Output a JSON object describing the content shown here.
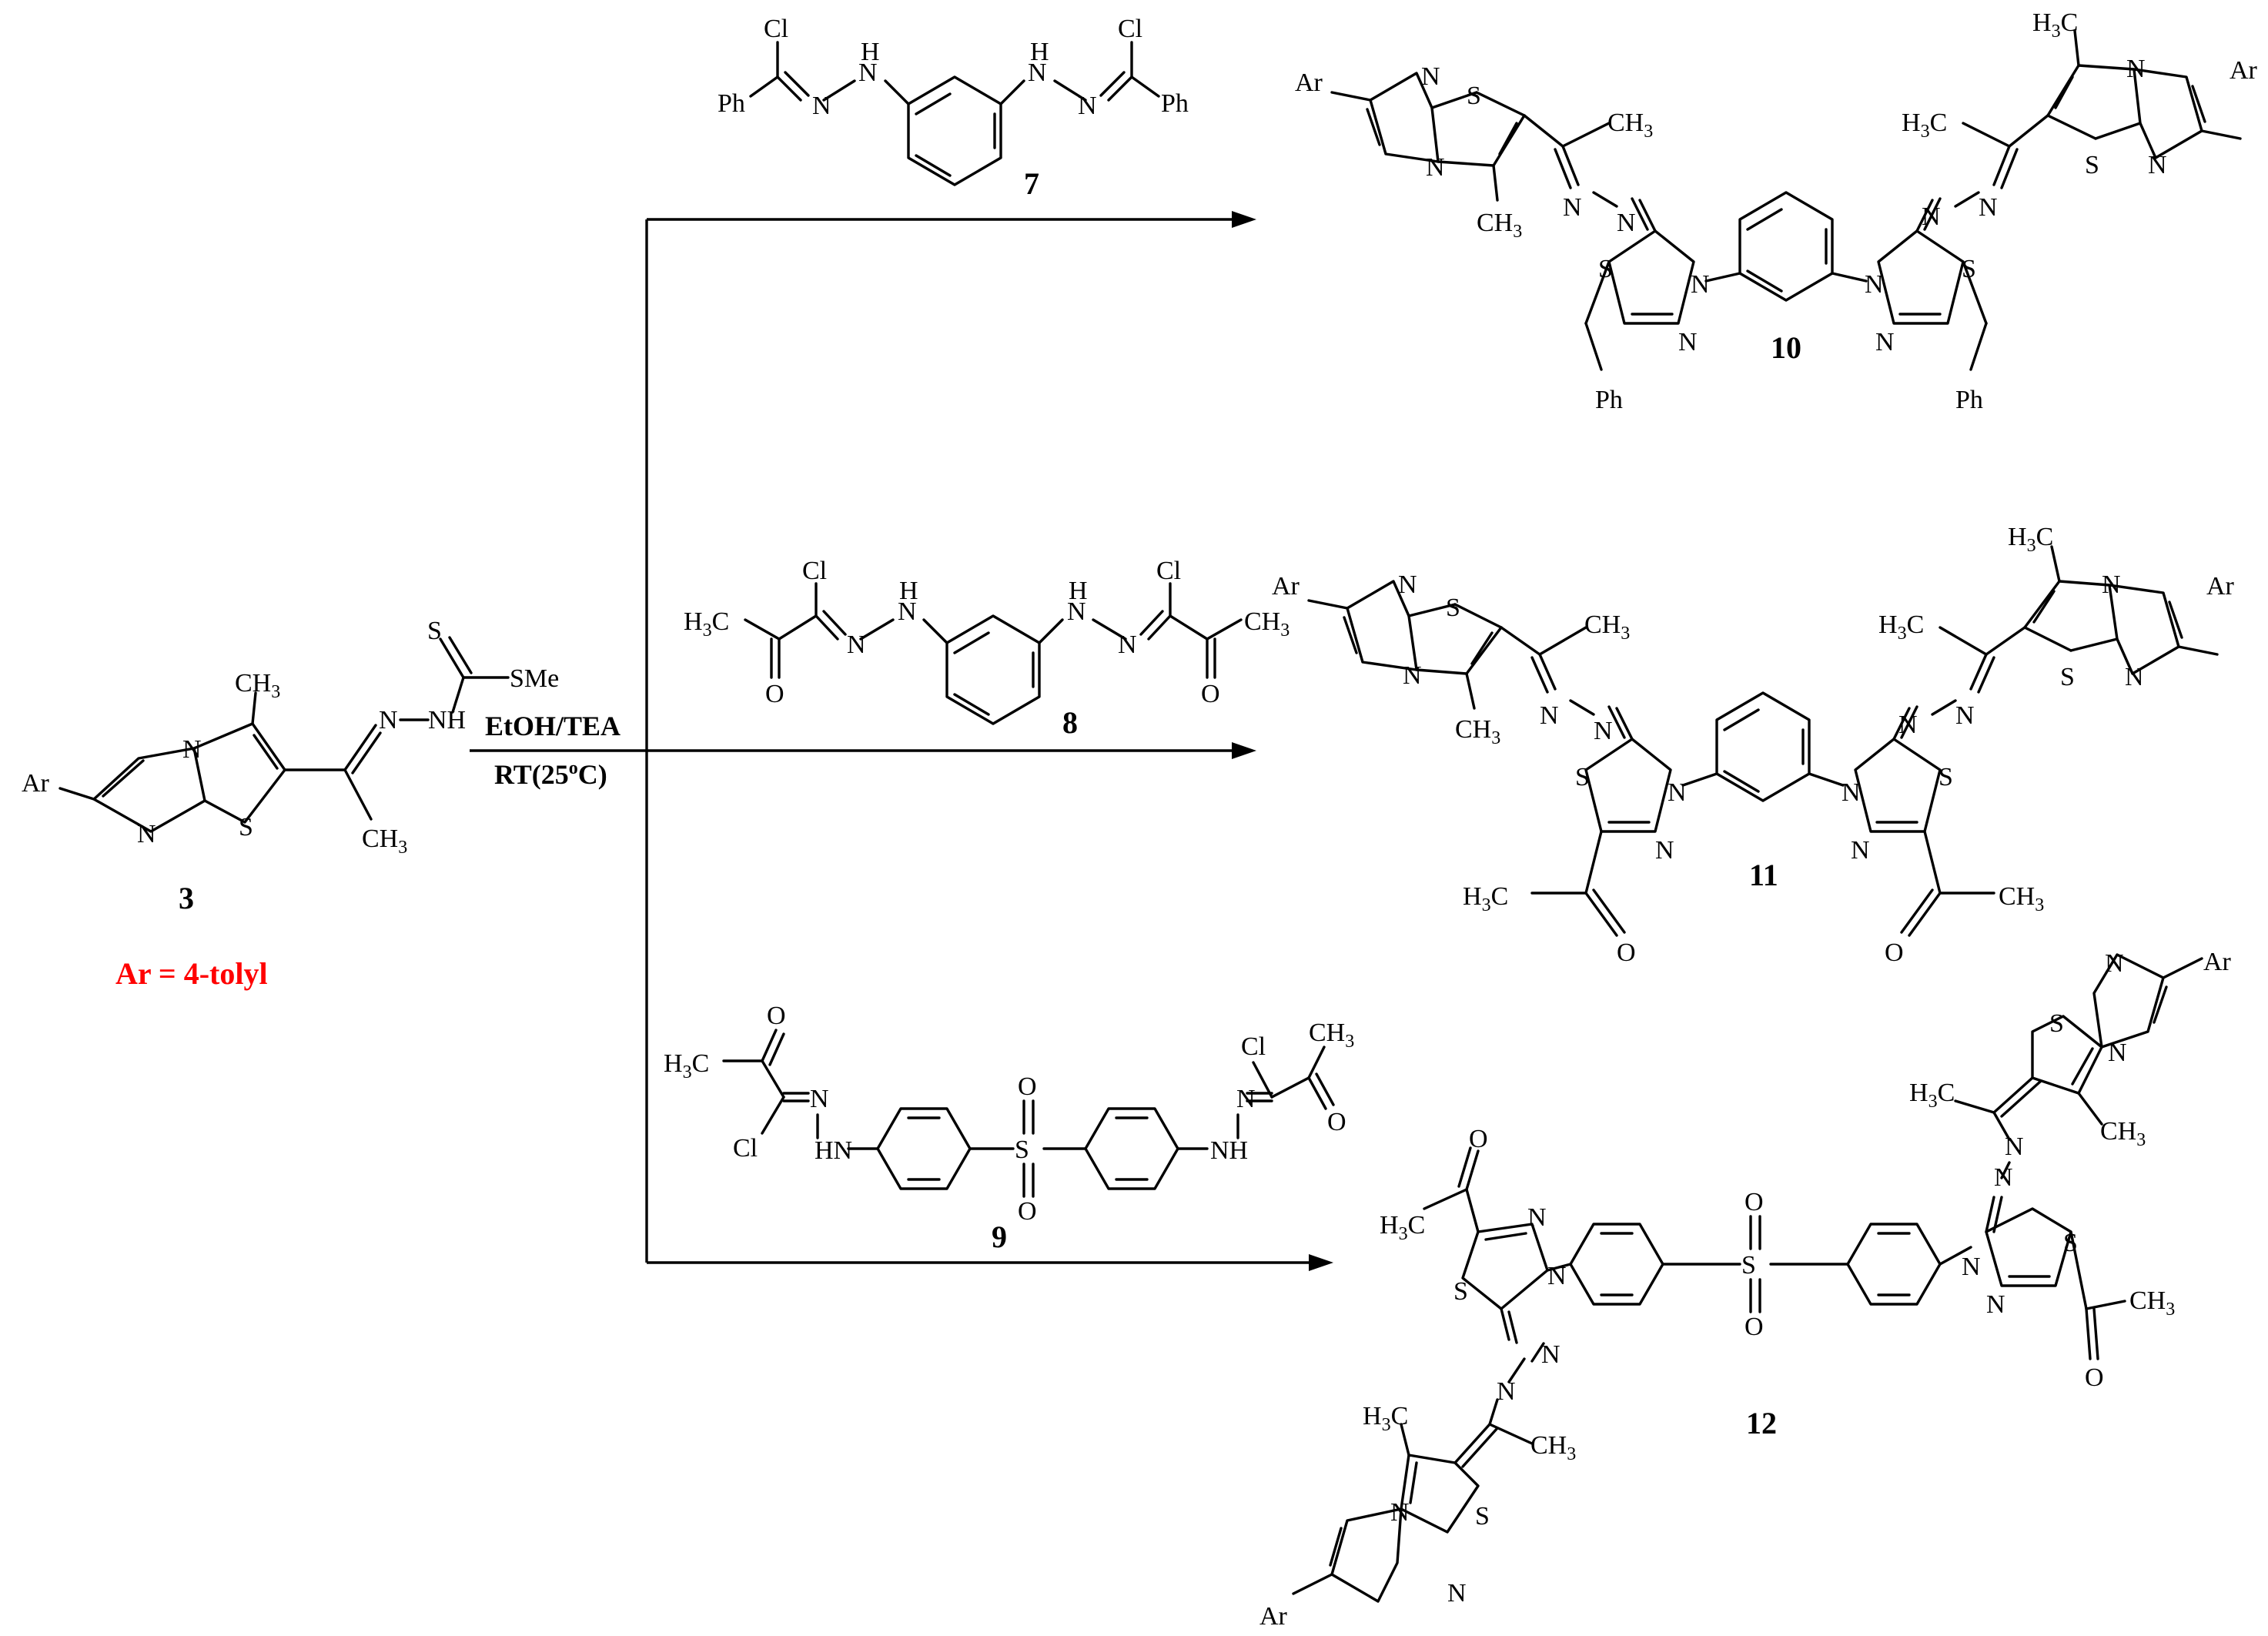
{
  "atoms": {
    "ar": "Ar",
    "n": "N",
    "s": "S",
    "cl": "Cl",
    "o": "O",
    "ph": "Ph",
    "h": "H",
    "nh": "NH",
    "hn": "HN",
    "sme": "SMe",
    "c": "C",
    "h3c_h": "H",
    "h3c_3": "3",
    "ch3_c": "CH",
    "ch3_3": "3"
  },
  "compounds": {
    "c3": "3",
    "c7": "7",
    "c8": "8",
    "c9": "9",
    "c10": "10",
    "c11": "11",
    "c12": "12"
  },
  "conditions": {
    "reagent": "EtOH/TEA",
    "temp_prefix": "RT(25",
    "temp_degree": "o",
    "temp_suffix": "C)"
  },
  "note": {
    "text": "Ar = 4-tolyl",
    "color": "#ff0000"
  }
}
